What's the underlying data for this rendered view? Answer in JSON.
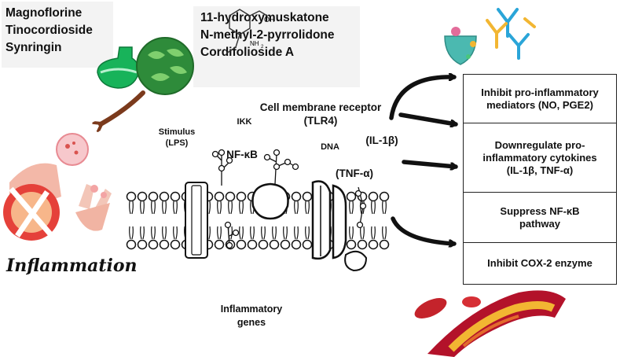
{
  "compounds_left": [
    "Magnoflorine",
    "Tinocordioside",
    "Synringin"
  ],
  "compounds_right": [
    "11-hydroxymuskatone",
    "N-methyl-2-pyrrolidone",
    "Cordifolioside A"
  ],
  "structure_labels": {
    "acid": "OH",
    "amine": "NH",
    "sub": "2"
  },
  "labels": {
    "stimulus": "Stimulus",
    "stimulus_sub": "(LPS)",
    "ikk": "IKK",
    "nfkb": "NF-κB",
    "receptor": "Cell membrane receptor",
    "receptor_sub": "(TLR4)",
    "dna": "DNA",
    "il1b": "(IL-1β)",
    "tnfa": "(TNF-α)",
    "genes_line1": "Inflammatory",
    "genes_line2": "genes",
    "inflammation": "Inflammation"
  },
  "effects": [
    {
      "line1": "Inhibit pro-inflammatory",
      "line2": "mediators (NO, PGE2)"
    },
    {
      "line1": "Downregulate pro-",
      "line2": "inflammatory cytokines",
      "line3": "(IL-1β, TNF-α)"
    },
    {
      "line1": "Suppress NF-κB",
      "line2": "pathway"
    },
    {
      "line1": "Inhibit COX-2 enzyme"
    }
  ],
  "colors": {
    "arrow": "#111111",
    "brown_arrow": "#7b3a1c",
    "inflamed": "#e5413a",
    "leaf": "#2e8b3a",
    "flask": "#18b35a",
    "antibody_blue": "#2aa5d8",
    "antibody_gold": "#f2b632",
    "shield": "#4bb9b0"
  },
  "icons": [
    "plant-extract-icon",
    "inflamed-joint-icon",
    "antibody-shield-icon",
    "blood-vessel-icon"
  ]
}
